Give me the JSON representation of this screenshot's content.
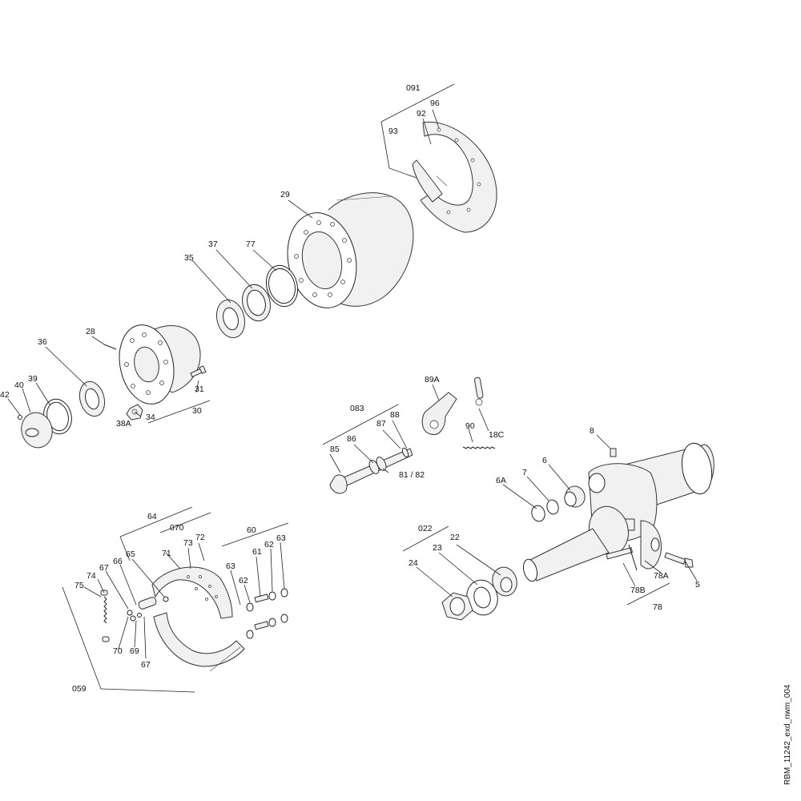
{
  "drawing_id": "RBM_11242_exd_nwm_004",
  "labels": {
    "l091": "091",
    "l96": "96",
    "l92": "92",
    "l93": "93",
    "l29": "29",
    "l37": "37",
    "l77": "77",
    "l35": "35",
    "l28": "28",
    "l36": "36",
    "l39": "39",
    "l40": "40",
    "l42": "42",
    "l31": "31",
    "l38A": "38A",
    "l34": "34",
    "l30": "30",
    "l89A": "89A",
    "l18C": "18C",
    "l083": "083",
    "l88": "88",
    "l87": "87",
    "l86": "86",
    "l85": "85",
    "l8182": "81 / 82",
    "l90": "90",
    "l8": "8",
    "l7": "7",
    "l6": "6",
    "l6A": "6A",
    "l022": "022",
    "l22": "22",
    "l23": "23",
    "l24": "24",
    "l5": "5",
    "l78A": "78A",
    "l78B": "78B",
    "l78": "78",
    "l64": "64",
    "l070": "070",
    "l73": "73",
    "l72": "72",
    "l71": "71",
    "l60": "60",
    "l63a": "63",
    "l61": "61",
    "l62a": "62",
    "l63b": "63",
    "l62b": "62",
    "l65": "65",
    "l66": "66",
    "l67a": "67",
    "l74": "74",
    "l75": "75",
    "l70": "70",
    "l69": "69",
    "l67b": "67",
    "l059": "059"
  }
}
